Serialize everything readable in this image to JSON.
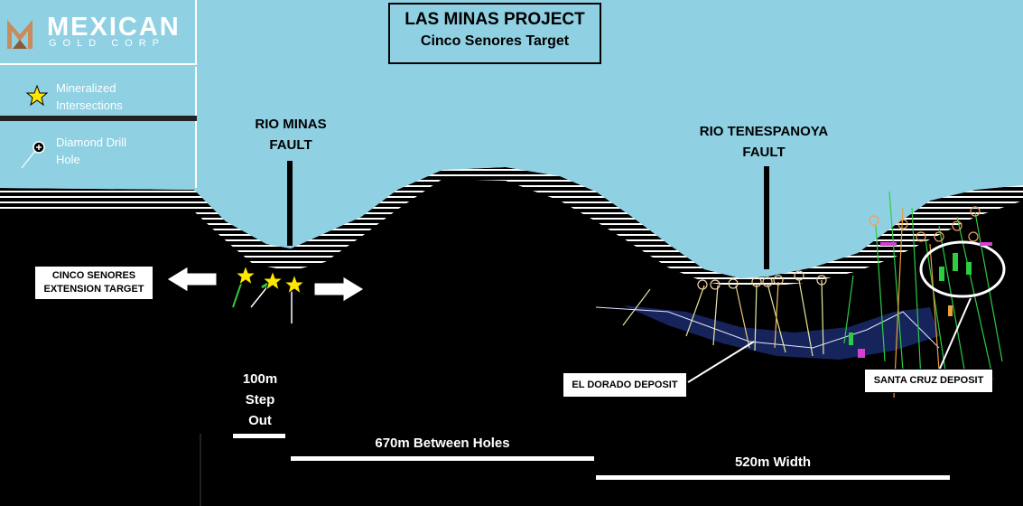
{
  "logo": {
    "word": "MEXICAN",
    "sub": "GOLD CORP"
  },
  "legend": {
    "items": [
      {
        "icon": "star-icon",
        "label_line1": "Mineralized",
        "label_line2": "Intersections"
      },
      {
        "icon": "diamond-drill-hole-icon",
        "label_line1": "Diamond Drill",
        "label_line2": "Hole"
      }
    ]
  },
  "title": {
    "main": "LAS MINAS PROJECT",
    "sub": "Cinco Senores Target"
  },
  "faults": [
    {
      "line1": "RIO MINAS",
      "line2": "FAULT"
    },
    {
      "line1": "RIO TENESPANOYA",
      "line2": "FAULT"
    }
  ],
  "labels": {
    "cinco_line1": "CINCO SENORES",
    "cinco_line2": "EXTENSION TARGET",
    "el_dorado": "EL DORADO DEPOSIT",
    "santa_cruz": "SANTA CRUZ DEPOSIT"
  },
  "measurements": {
    "step_line1": "100m",
    "step_line2": "Step",
    "step_line3": "Out",
    "between": "670m Between Holes",
    "width": "520m Width"
  },
  "colors": {
    "sky": "#8fd0e3",
    "ground": "#000000",
    "star": "#ffe600",
    "drill_green": "#2ecc40",
    "drill_orange": "#e8a040",
    "deposit_blue": "#1a2a6b"
  }
}
